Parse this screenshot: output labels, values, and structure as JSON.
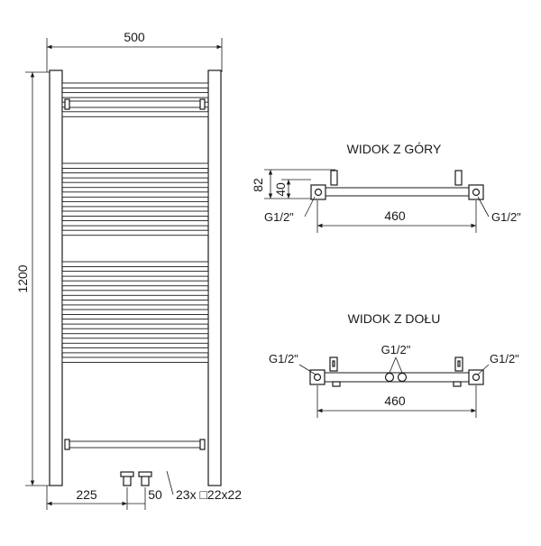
{
  "diagram": {
    "front": {
      "width_label": "500",
      "height_label": "1200",
      "left_offset_label": "225",
      "spacing_label": "50",
      "profile_label": "23x □22x22"
    },
    "top_view": {
      "title": "WIDOK Z GÓRY",
      "dim_82": "82",
      "dim_40": "40",
      "thread_left": "G1/2\"",
      "thread_right": "G1/2\"",
      "dim_460": "460"
    },
    "bottom_view": {
      "title": "WIDOK Z DOŁU",
      "thread_left": "G1/2\"",
      "thread_center": "G1/2\"",
      "thread_right": "G1/2\"",
      "dim_460": "460"
    },
    "bars": {
      "count": 23,
      "icon": "tube-bar"
    }
  }
}
